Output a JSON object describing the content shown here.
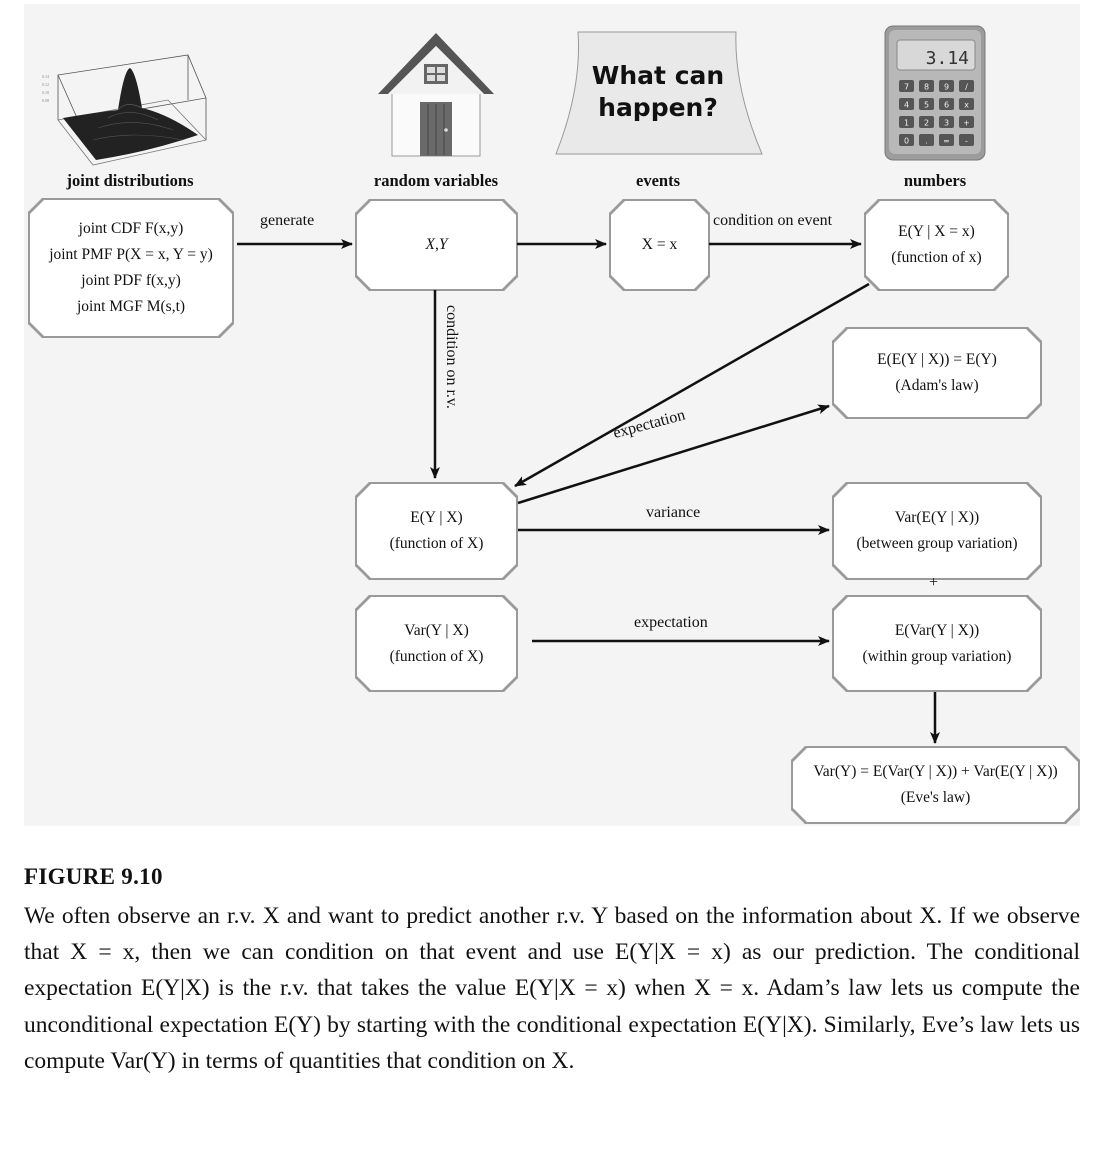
{
  "headers": {
    "joint": "joint distributions",
    "rv": "random variables",
    "events": "events",
    "numbers": "numbers"
  },
  "icons": {
    "sign_line1": "What can",
    "sign_line2": "happen?",
    "calc_display": "3.14",
    "calc_keys": [
      "7",
      "8",
      "9",
      "/",
      "4",
      "5",
      "6",
      "x",
      "1",
      "2",
      "3",
      "+",
      "0",
      ".",
      "=",
      "-"
    ]
  },
  "nodes": {
    "joint": [
      "joint CDF F(x,y)",
      "joint PMF P(X = x, Y = y)",
      "joint PDF f(x,y)",
      "joint MGF M(s,t)"
    ],
    "xy": [
      "X,Y"
    ],
    "event": [
      "X = x"
    ],
    "cond_x": [
      "E(Y | X = x)",
      "(function of x)"
    ],
    "adam": [
      "E(E(Y | X)) = E(Y)",
      "(Adam's law)"
    ],
    "cond_X": [
      "E(Y | X)",
      "(function of X)"
    ],
    "var_between": [
      "Var(E(Y | X))",
      "(between group variation)"
    ],
    "varYX": [
      "Var(Y | X)",
      "(function of X)"
    ],
    "e_within": [
      "E(Var(Y | X))",
      "(within group variation)"
    ],
    "eve": [
      "Var(Y) = E(Var(Y | X)) + Var(E(Y | X))",
      "(Eve's law)"
    ]
  },
  "edge_labels": {
    "generate": "generate",
    "condition_event": "condition on event",
    "condition_rv": "condition on r.v.",
    "expectation_up": "expectation",
    "variance": "variance",
    "expectation_low": "expectation",
    "plus": "+"
  },
  "caption": {
    "title": "FIGURE 9.10",
    "text": "We often observe an r.v. X and want to predict another r.v. Y based on the information about X. If we observe that X = x, then we can condition on that event and use E(Y|X = x) as our prediction. The conditional expectation E(Y|X) is the r.v. that takes the value E(Y|X = x) when X = x. Adam’s law lets us compute the unconditional expectation E(Y) by starting with the conditional expectation E(Y|X). Similarly, Eve’s law lets us compute Var(Y) in terms of quantities that condition on X."
  }
}
